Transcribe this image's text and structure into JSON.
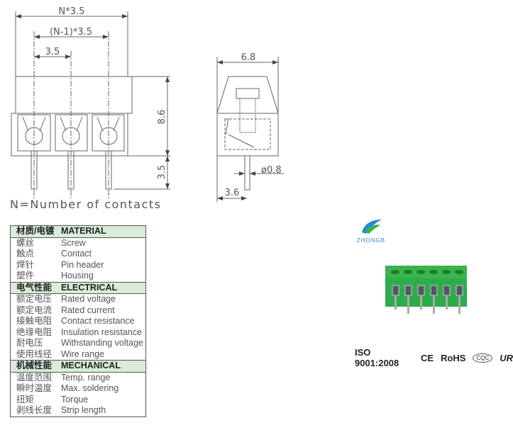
{
  "drawing": {
    "front": {
      "dim_total": "N*3.5",
      "dim_pitch_span": "(N-1)*3.5",
      "dim_pitch": "3.5",
      "dim_height": "8.6",
      "dim_pin": "3.5",
      "note": "N=Number of contacts"
    },
    "side": {
      "dim_width": "6.8",
      "dim_pin_diameter": "ø0.8",
      "dim_pin_offset": "3.6"
    }
  },
  "logo": {
    "name": "ZHONGB"
  },
  "certifications": [
    "ISO 9001:2008",
    "CE",
    "RoHS",
    "CQC",
    "UR"
  ],
  "product_color": "#2eab4a",
  "spec_table": {
    "sections": [
      {
        "cn": "材质/电镀",
        "en": "MATERIAL",
        "rows": [
          [
            "螺丝",
            "Screw"
          ],
          [
            "触点",
            "Contact"
          ],
          [
            "焊针",
            "Pin header"
          ],
          [
            "塑件",
            "Housing"
          ]
        ]
      },
      {
        "cn": "电气性能",
        "en": "ELECTRICAL",
        "rows": [
          [
            "额定电压",
            "Rated voltage"
          ],
          [
            "额定电流",
            "Rated current"
          ],
          [
            "接触电阻",
            "Contact resistance"
          ],
          [
            "绝缘电阻",
            "Insulation resistance"
          ],
          [
            "耐电压",
            "Withstanding voltage"
          ],
          [
            "使用线径",
            "Wire range"
          ]
        ]
      },
      {
        "cn": "机械性能",
        "en": "MECHANICAL",
        "rows": [
          [
            "温度范围",
            "Temp. range"
          ],
          [
            "瞬时温度",
            "Max. soldering"
          ],
          [
            "扭矩",
            "Torque"
          ],
          [
            "剥线长度",
            "Strip length"
          ]
        ]
      }
    ]
  }
}
